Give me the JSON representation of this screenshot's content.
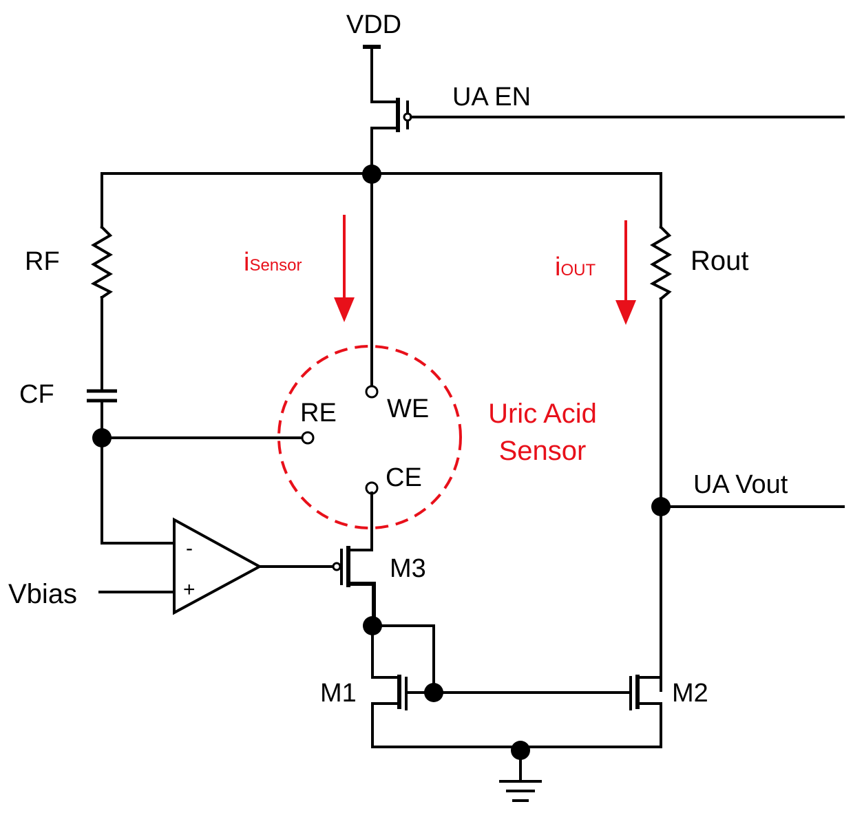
{
  "colors": {
    "wire": "#000000",
    "highlight": "#e8101a"
  },
  "labels": {
    "vdd": "VDD",
    "ua_en": "UA EN",
    "rf": "RF",
    "cf": "CF",
    "rout": "Rout",
    "vbias": "Vbias",
    "m1": "M1",
    "m2": "M2",
    "m3": "M3",
    "ua_vout": "UA Vout",
    "we": "WE",
    "re": "RE",
    "ce": "CE",
    "opamp_minus": "-",
    "opamp_plus": "+",
    "i_sensor_main": "i",
    "i_sensor_sub": "Sensor",
    "i_out_main": "i",
    "i_out_sub": "OUT",
    "sensor_line1": "Uric Acid",
    "sensor_line2": "Sensor"
  }
}
